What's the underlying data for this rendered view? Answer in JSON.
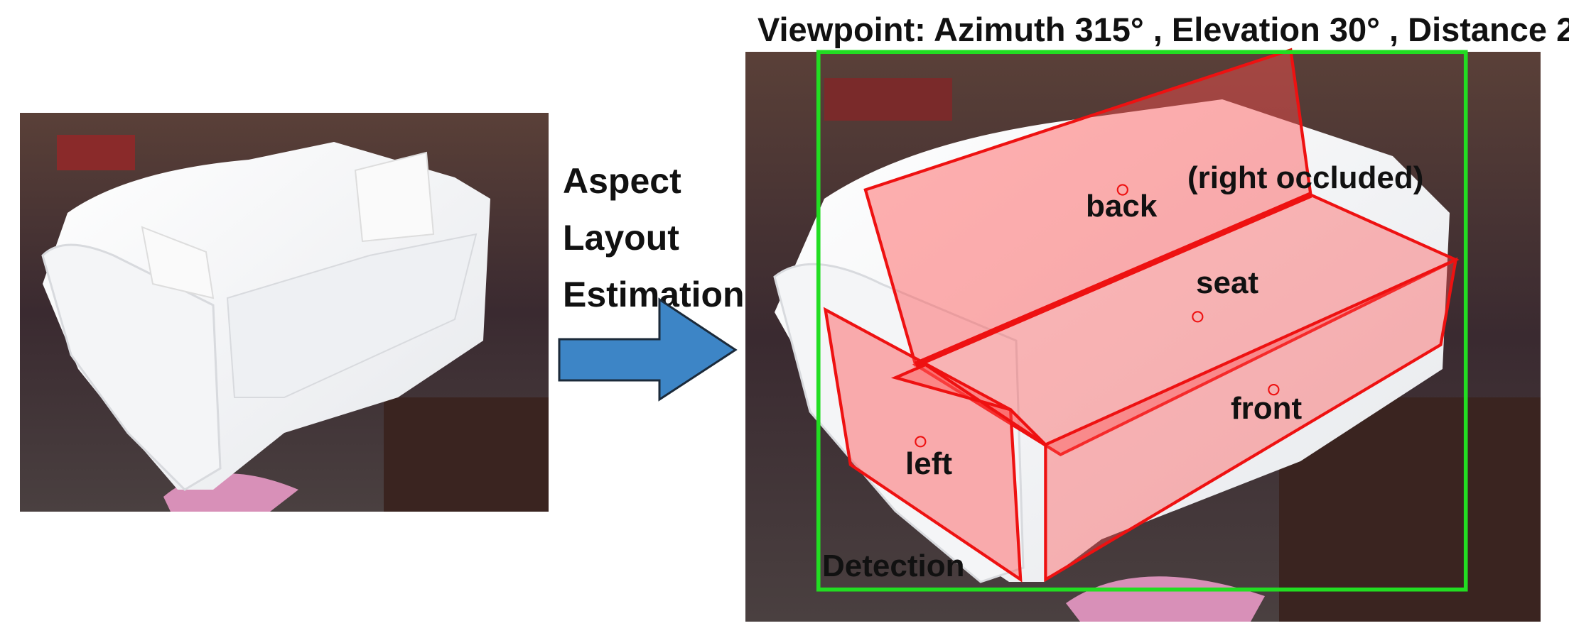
{
  "title": "Viewpoint: Azimuth 315° , Elevation 30° , Distance 2",
  "method_label": [
    "Aspect",
    "Layout",
    "Estimation"
  ],
  "parts": {
    "back": "back",
    "right": "(right occluded)",
    "seat": "seat",
    "front": "front",
    "left": "left"
  },
  "detection_label": "Detection",
  "colors": {
    "arrow": "#3d85c6",
    "detection_box": "#22dd22",
    "part_outline": "#ee1111"
  }
}
